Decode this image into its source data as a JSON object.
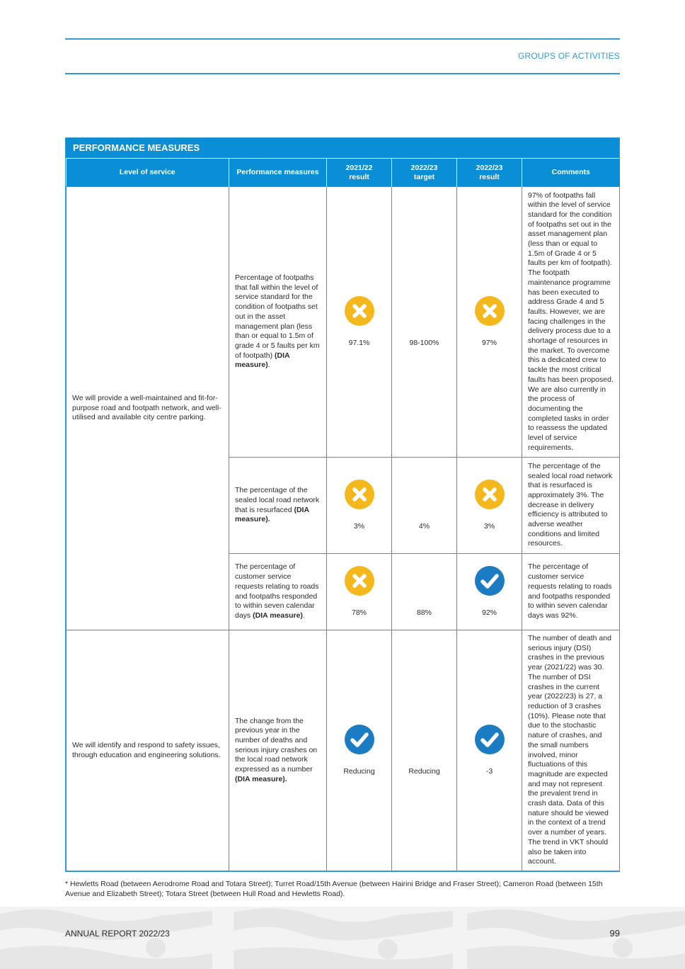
{
  "header": {
    "section_label": "GROUPS OF ACTIVITIES"
  },
  "table": {
    "title": "PERFORMANCE MEASURES",
    "headers": {
      "level_of_service": "Level of service",
      "performance_measures": "Performance measures",
      "result_2122_line1": "2021/22",
      "result_2122_line2": "result",
      "target_2223_line1": "2022/23",
      "target_2223_line2": "target",
      "result_2223_line1": "2022/23",
      "result_2223_line2": "result",
      "comments": "Comments"
    },
    "groups": [
      {
        "level_of_service": "We will provide a well-maintained and fit-for-purpose road and footpath network, and well-utilised and available city centre parking."
      },
      {
        "level_of_service": "We will identify and respond to safety issues, through education and engineering solutions."
      }
    ],
    "rows": [
      {
        "measure": "Percentage of footpaths that fall within the level of service standard for the condition of footpaths set out in the asset management plan (less than or equal to 1.5m of grade 4 or 5 faults per km of footpath)",
        "measure_bold": "(DIA measure)",
        "measure_tail": ".",
        "result_2122": "97.1%",
        "result_2122_status": "not-achieved",
        "target_2223": "98-100%",
        "result_2223": "97%",
        "result_2223_status": "not-achieved",
        "comment": "97% of footpaths fall within the level of service standard for the condition of footpaths set out in the asset management plan (less than or equal to 1.5m of Grade 4 or 5 faults per km of footpath). The footpath maintenance programme has been executed to address Grade 4 and 5 faults. However, we are facing challenges in the delivery process due to a shortage of resources in the market. To overcome this a dedicated crew to tackle the most critical faults has been proposed. We are also currently in the process of documenting the completed tasks in order to reassess the updated level of service requirements."
      },
      {
        "measure": "The percentage of the sealed local road network that is resurfaced",
        "measure_bold": "(DIA measure).",
        "measure_tail": "",
        "result_2122": "3%",
        "result_2122_status": "not-achieved",
        "target_2223": "4%",
        "result_2223": "3%",
        "result_2223_status": "not-achieved",
        "comment": "The percentage of the sealed local road network that is resurfaced is approximately 3%. The decrease in delivery efficiency is attributed to adverse weather conditions and limited resources."
      },
      {
        "measure": "The percentage of customer service requests relating to roads and footpaths responded to within seven calendar days",
        "measure_bold": "(DIA measure)",
        "measure_tail": ".",
        "result_2122": "78%",
        "result_2122_status": "not-achieved",
        "target_2223": "88%",
        "result_2223": "92%",
        "result_2223_status": "achieved",
        "comment": "The percentage of customer service requests relating to roads and footpaths responded to within seven calendar days was 92%."
      },
      {
        "measure": "The change from the previous year in the number of deaths and serious injury crashes on the local road network expressed as a number",
        "measure_bold": "(DIA measure).",
        "measure_tail": "",
        "result_2122": "Reducing",
        "result_2122_status": "achieved",
        "target_2223": "Reducing",
        "result_2223": "-3",
        "result_2223_status": "achieved",
        "comment": "The number of death and serious injury (DSI) crashes in the previous year (2021/22) was 30. The number of DSI crashes in the current year (2022/23) is 27, a reduction of 3 crashes (10%). Please note that due to the stochastic nature of crashes, and the small numbers involved, minor fluctuations of this magnitude are expected and may not represent the prevalent trend in crash data.  Data of this nature should be viewed in the context of a trend over a number of years.  The trend in VKT should also be taken into account."
      }
    ]
  },
  "footnote": "* Hewletts Road (between Aerodrome Road and Totara Street); Turret Road/15th Avenue (between Hairini Bridge and Fraser Street); Cameron Road (between 15th Avenue and Elizabeth Street); Totara Street (between Hull Road and Hewletts Road).",
  "footer": {
    "report_title": "ANNUAL REPORT 2022/23",
    "page_number": "99"
  },
  "colors": {
    "accent": "#0a8fd6",
    "not_achieved": "#f5b81c",
    "achieved": "#1b7cc4"
  }
}
